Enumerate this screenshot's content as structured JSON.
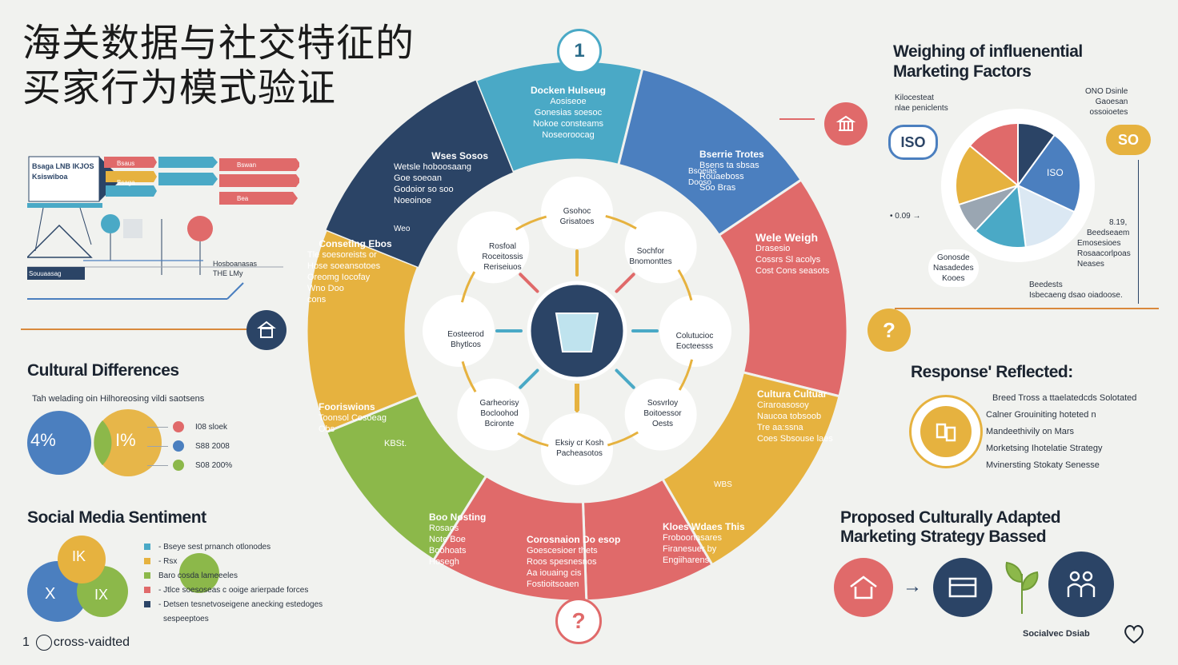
{
  "title_lines": [
    "海关数据与社交特征的",
    "买家行为模式验证"
  ],
  "colors": {
    "navy": "#2b4466",
    "teal": "#4aa9c6",
    "blue": "#4b7fbf",
    "red": "#e06a6a",
    "yellow": "#e6b23f",
    "green": "#8cb84a",
    "orange": "#d9893c"
  },
  "top_left_flow": {
    "block_label": "Bsaga LNB IKJOS Ksiswiboa",
    "arrows": [
      {
        "label": "Bsaus"
      },
      {
        "label": "Bsaga"
      },
      {
        "label": "Bswan"
      },
      {
        "label": "Bea"
      }
    ],
    "node_labels": [
      "Hosboanasas",
      "THE LMy"
    ],
    "footer_label": "Souuaasag"
  },
  "ring": {
    "top_number": "1",
    "segments": [
      {
        "id": "teal",
        "title": "Docken Hulseug",
        "lines": [
          "Aosiseoe",
          "Gonesias soesoc",
          "Nokoe consteams",
          "Noseoroocag"
        ]
      },
      {
        "id": "blue",
        "title": "Bserrie Trotes",
        "lines": [
          "Bsens ta sbsas",
          "Rouaeboss",
          "Soo Bras"
        ]
      },
      {
        "id": "red",
        "title": "Wele Weigh",
        "lines": [
          "Drasesio",
          "Cossrs Sl acolys",
          "Cost Cons seasots"
        ]
      },
      {
        "id": "yellow",
        "title": "Cultura Cultuar",
        "lines": [
          "Ciraroasosoy",
          "Naucoa tobsoob",
          "Tre    aa:ssna",
          "Coes Sbsouse laes"
        ]
      },
      {
        "id": "red2",
        "title": "Kloes Wdaes This",
        "lines": [
          "Froboonasares",
          "Firanesuer by",
          "Engiiharens"
        ]
      },
      {
        "id": "red3",
        "title": "Corosnaion Do esop",
        "lines": [
          "Goescesioer thets",
          "Roos spesnesnos",
          "Aa iouaing cis",
          "Fostioitsoaen"
        ]
      },
      {
        "id": "green",
        "title": "Boo Nosting",
        "lines": [
          "Rosaos",
          "Note Boe",
          "Boohoats",
          "Hosegh"
        ]
      },
      {
        "id": "yellow2",
        "title": "Fooriswions",
        "lines": [
          "Toonsol Cosoeag",
          "Obs"
        ]
      },
      {
        "id": "navy1",
        "title": "Conseting Ebos",
        "lines": [
          "Tle soesoreists or",
          "Hose soeansotoes",
          "Oreomg Iocofay",
          "Wno Doo",
          "cons"
        ]
      },
      {
        "id": "navy2",
        "title": "Wses Sosos",
        "lines": [
          "Wetsle hoboosaang",
          "Goe soeoan",
          "Godoior so soo",
          "Noeoinoe"
        ]
      }
    ],
    "bottom_label": "Weo",
    "yellow_badge_text": "KBSt.",
    "blue_side_tiny": [
      "Bsoeias",
      "Dooso"
    ],
    "red_tiny": "WBS",
    "inner_nodes": [
      {
        "lines": [
          "Gsohoc",
          "Grisatoes"
        ]
      },
      {
        "lines": [
          "Sochfor",
          "Bnomonttes"
        ]
      },
      {
        "lines": [
          "Colutucioc",
          "Eocteesss"
        ]
      },
      {
        "lines": [
          "Sosvrloy",
          "Boitoessor",
          "Oests"
        ]
      },
      {
        "lines": [
          "Eksiy cr Kosh",
          "Pacheasotos"
        ]
      },
      {
        "lines": [
          "Garheorisy",
          "Bocloohod",
          "Bcironte"
        ]
      },
      {
        "lines": [
          "Eosteerod",
          "Bhytlcos"
        ]
      },
      {
        "lines": [
          "Rosfoal",
          "Roceitossis",
          "Reriseiuos"
        ]
      }
    ],
    "question_mark": "?",
    "right_question": "?"
  },
  "weighting": {
    "title_lines": [
      "Weighing of influenential",
      "Marketing Factors"
    ],
    "badge_left": "ISO",
    "badge_right": "SO",
    "left_note": [
      "Kilocesteat",
      "nlae peniclents"
    ],
    "right_note": [
      "ONO Dsinle",
      "Gaoesan",
      "ossoioetes"
    ],
    "mid_left_value": "0.09",
    "mid_left_arrow": "→",
    "pie_label": "ISO",
    "bottom_left_note": [
      "Gonosde",
      "Nasadedes",
      "Kooes"
    ],
    "right_list": [
      "8.19,",
      "Beedseaem",
      "Emosesioes",
      "Rosaacorlpoas",
      "Neases"
    ],
    "bottom_list": [
      "Beedests",
      "Isbecaeng dsao oiadoose."
    ],
    "pie_slices": [
      {
        "label": "navy",
        "value": 10
      },
      {
        "label": "blue",
        "value": 22
      },
      {
        "label": "light",
        "value": 16
      },
      {
        "label": "teal",
        "value": 14
      },
      {
        "label": "grey",
        "value": 8
      },
      {
        "label": "yellow",
        "value": 16
      },
      {
        "label": "red",
        "value": 14
      }
    ]
  },
  "cultural": {
    "title": "Cultural Differences",
    "subtitle": "Tah welading oin Hilhoreosing vildi saotsens",
    "venn_left": "4%",
    "venn_right": "I%",
    "legend": [
      {
        "label": "I08 sloek",
        "color": "#e06a6a"
      },
      {
        "label": "S88 2008",
        "color": "#4b7fbf"
      },
      {
        "label": "S08 200%",
        "color": "#8cb84a"
      }
    ]
  },
  "social": {
    "title": "Social Media Sentiment",
    "venn_top": "IK",
    "venn_left": "X",
    "venn_right": "IX",
    "list": [
      {
        "text": "- Bseye sest prnanch otlonodes",
        "color": "#4aa9c6"
      },
      {
        "text": "- Rsx",
        "color": "#e6b23f"
      },
      {
        "text": "Baro                 cosda lameeeles",
        "color": "#8cb84a"
      },
      {
        "text": "- Jtlce          soesoseas c ooige arierpade forces",
        "color": "#e06a6a"
      },
      {
        "text": "- Detsen tesnetvoseigene anecking estedoges",
        "color": "#2b4466"
      }
    ],
    "list_tail": "sespeeptoes"
  },
  "response": {
    "title": "Response' Reflected:",
    "lines": [
      "Breed Tross a ttaelatedcds Solotated",
      "Calner Grouiniting hoteted n",
      "Mandeethivily on Mars",
      "Morketsing Ihotelatie Strategy",
      "Mvinersting Stokaty Senesse"
    ]
  },
  "strategy": {
    "title_lines": [
      "Proposed Culturally Adapted",
      "Marketing Strategy Bassed"
    ],
    "arrow": "→"
  },
  "footer": {
    "left_number": "1",
    "left_text": "cross-vaidted",
    "right_text": "Socialvec Dsiab"
  }
}
